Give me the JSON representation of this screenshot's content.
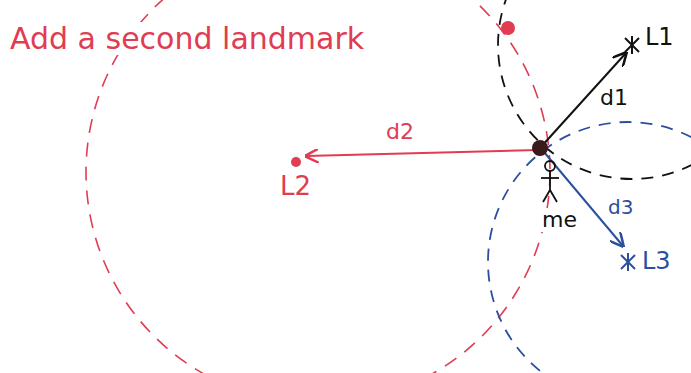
{
  "diagram": {
    "labels": [
      "Add a second landmark",
      "L1",
      "d1",
      "d2",
      "L2",
      "me",
      "d3",
      "L3"
    ]
  }
}
